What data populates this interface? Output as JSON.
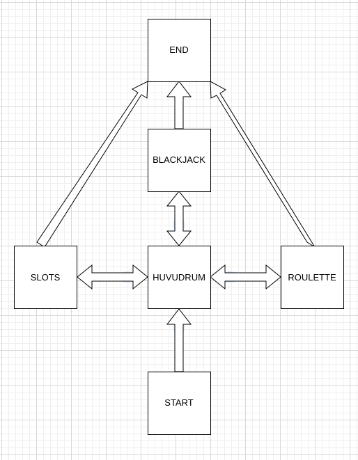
{
  "diagram": {
    "nodes": [
      {
        "id": "end",
        "label": "END"
      },
      {
        "id": "blackjack",
        "label": "BLACKJACK"
      },
      {
        "id": "slots",
        "label": "SLOTS"
      },
      {
        "id": "huvudrum",
        "label": "HUVUDRUM"
      },
      {
        "id": "roulette",
        "label": "ROULETTE"
      },
      {
        "id": "start",
        "label": "START"
      }
    ],
    "edges": [
      {
        "from": "start",
        "to": "huvudrum",
        "style": "single-arrow"
      },
      {
        "from": "huvudrum",
        "to": "blackjack",
        "style": "double-arrow"
      },
      {
        "from": "huvudrum",
        "to": "slots",
        "style": "double-arrow"
      },
      {
        "from": "huvudrum",
        "to": "roulette",
        "style": "double-arrow"
      },
      {
        "from": "blackjack",
        "to": "end",
        "style": "single-arrow"
      },
      {
        "from": "slots",
        "to": "end",
        "style": "single-arrow"
      },
      {
        "from": "roulette",
        "to": "end",
        "style": "single-arrow"
      }
    ]
  },
  "colors": {
    "grid_major": "#d9d9d9",
    "grid_minor": "#efefef",
    "stroke": "#000000",
    "fill": "#ffffff",
    "connection_hint": "#b3d9ff"
  }
}
